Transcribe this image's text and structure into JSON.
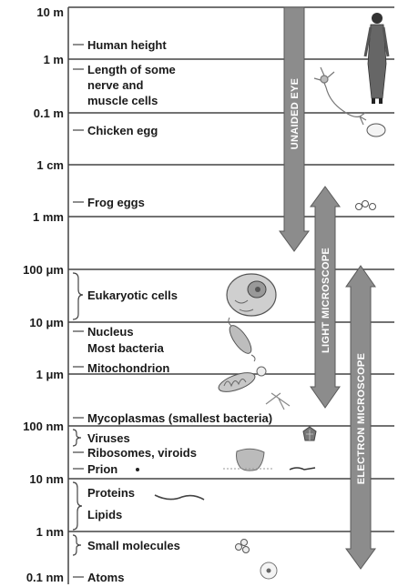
{
  "scale_labels": [
    {
      "text": "10 m"
    },
    {
      "text": "1 m"
    },
    {
      "text": "0.1 m"
    },
    {
      "text": "1 cm"
    },
    {
      "text": "1 mm"
    },
    {
      "text": "100 μm"
    },
    {
      "text": "10 μm"
    },
    {
      "text": "1 μm"
    },
    {
      "text": "100 nm"
    },
    {
      "text": "10 nm"
    },
    {
      "text": "1 nm"
    },
    {
      "text": "0.1 nm"
    }
  ],
  "items": [
    {
      "text": "Human height"
    },
    {
      "text": "Length of some"
    },
    {
      "text": "nerve and"
    },
    {
      "text": "muscle cells"
    },
    {
      "text": "Chicken egg"
    },
    {
      "text": "Frog eggs"
    },
    {
      "text": "Eukaryotic cells"
    },
    {
      "text": "Nucleus"
    },
    {
      "text": "Most bacteria"
    },
    {
      "text": "Mitochondrion"
    },
    {
      "text": "Mycoplasmas (smallest bacteria)"
    },
    {
      "text": "Viruses"
    },
    {
      "text": "Ribosomes, viroids"
    },
    {
      "text": "Prion"
    },
    {
      "text": "Proteins"
    },
    {
      "text": "Lipids"
    },
    {
      "text": "Small molecules"
    },
    {
      "text": "Atoms"
    }
  ],
  "arrows": {
    "unaided_eye": "UNAIDED EYE",
    "light_microscope": "LIGHT MICROSCOPE",
    "electron_microscope": "ELECTRON MICROSCOPE"
  },
  "colors": {
    "background": "#ffffff",
    "band_line": "#444444",
    "arrow_fill": "#8c8c8c",
    "arrow_edge": "#5a5a5a",
    "text": "#1a1a1a"
  }
}
